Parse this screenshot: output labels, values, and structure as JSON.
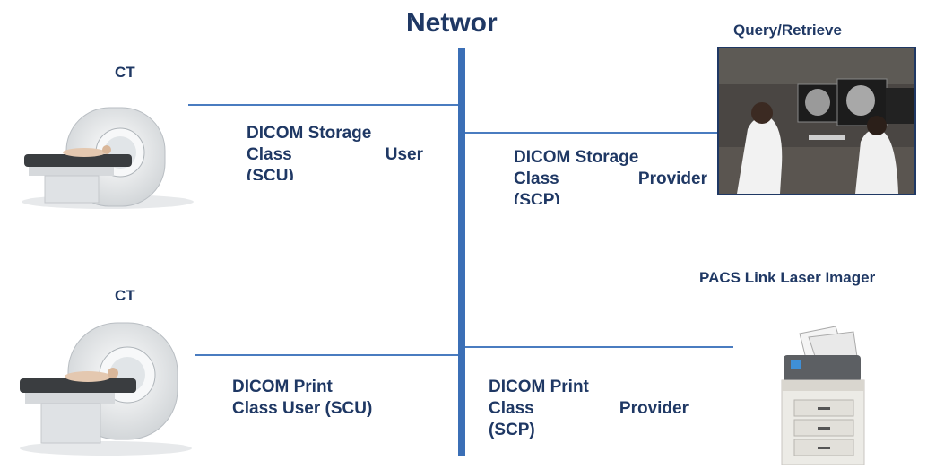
{
  "network_title": "Networ",
  "ct_top_label": "CT",
  "ct_bottom_label": "CT",
  "query_label": "Query/Retrieve",
  "pacs_label": "PACS Link Laser Imager",
  "storage_scu": {
    "line1": "DICOM Storage",
    "line2a": "Class",
    "line2b": "User",
    "line3": "(SCU)"
  },
  "storage_scp": {
    "line1": "DICOM Storage",
    "line2a": "Class",
    "line2b": "Provider",
    "line3": "(SCP)"
  },
  "print_scu": {
    "line1": "DICOM Print",
    "line2": "Class User (SCU)"
  },
  "print_scp": {
    "line1": "DICOM Print",
    "line2a": "Class",
    "line2b": "Provider",
    "line3": "(SCP)"
  },
  "colors": {
    "text": "#1f3864",
    "bus": "#3b6fb6",
    "link": "#4a7cc0"
  }
}
